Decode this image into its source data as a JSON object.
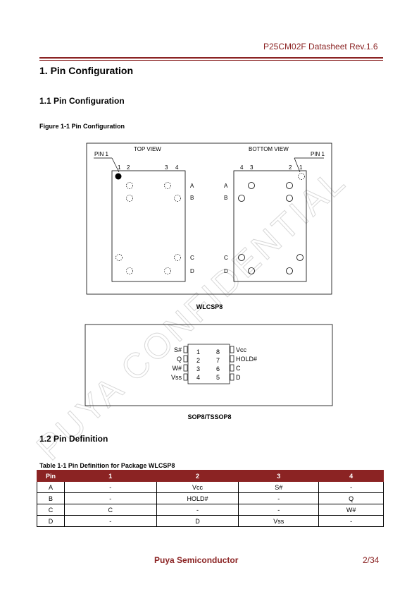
{
  "header": {
    "title": "P25CM02F Datasheet Rev.1.6"
  },
  "section": {
    "title": "1. Pin Configuration",
    "sub1": "1.1 Pin Configuration",
    "figure_caption": "Figure 1-1 Pin Configuration",
    "sub2": "1.2 Pin Definition"
  },
  "wlcsp": {
    "top_view": "TOP VIEW",
    "bottom_view": "BOTTOM VIEW",
    "pin1_left": "PIN 1",
    "pin1_right": "PIN 1",
    "top_cols": [
      "1",
      "2",
      "3",
      "4"
    ],
    "bottom_cols": [
      "4",
      "3",
      "2",
      "1"
    ],
    "rows": [
      "A",
      "B",
      "C",
      "D"
    ],
    "caption": "WLCSP8"
  },
  "sop": {
    "left_pins": [
      "S#",
      "Q",
      "W#",
      "Vss"
    ],
    "right_pins": [
      "Vcc",
      "HOLD#",
      "C",
      "D"
    ],
    "left_numbers": [
      "1",
      "2",
      "3",
      "4"
    ],
    "right_numbers": [
      "8",
      "7",
      "6",
      "5"
    ],
    "caption": "SOP8/TSSOP8"
  },
  "table": {
    "caption": "Table 1-1 Pin Definition for Package WLCSP8",
    "headers": [
      "Pin",
      "1",
      "2",
      "3",
      "4"
    ],
    "rows": [
      [
        "A",
        "-",
        "Vcc",
        "S#",
        "-"
      ],
      [
        "B",
        "-",
        "HOLD#",
        "-",
        "Q"
      ],
      [
        "C",
        "C",
        "-",
        "-",
        "W#"
      ],
      [
        "D",
        "-",
        "D",
        "Vss",
        "-"
      ]
    ]
  },
  "watermark": "PUYA CONFIDENTIAL",
  "footer": {
    "company": "Puya  Semiconductor",
    "page": "2/34"
  }
}
